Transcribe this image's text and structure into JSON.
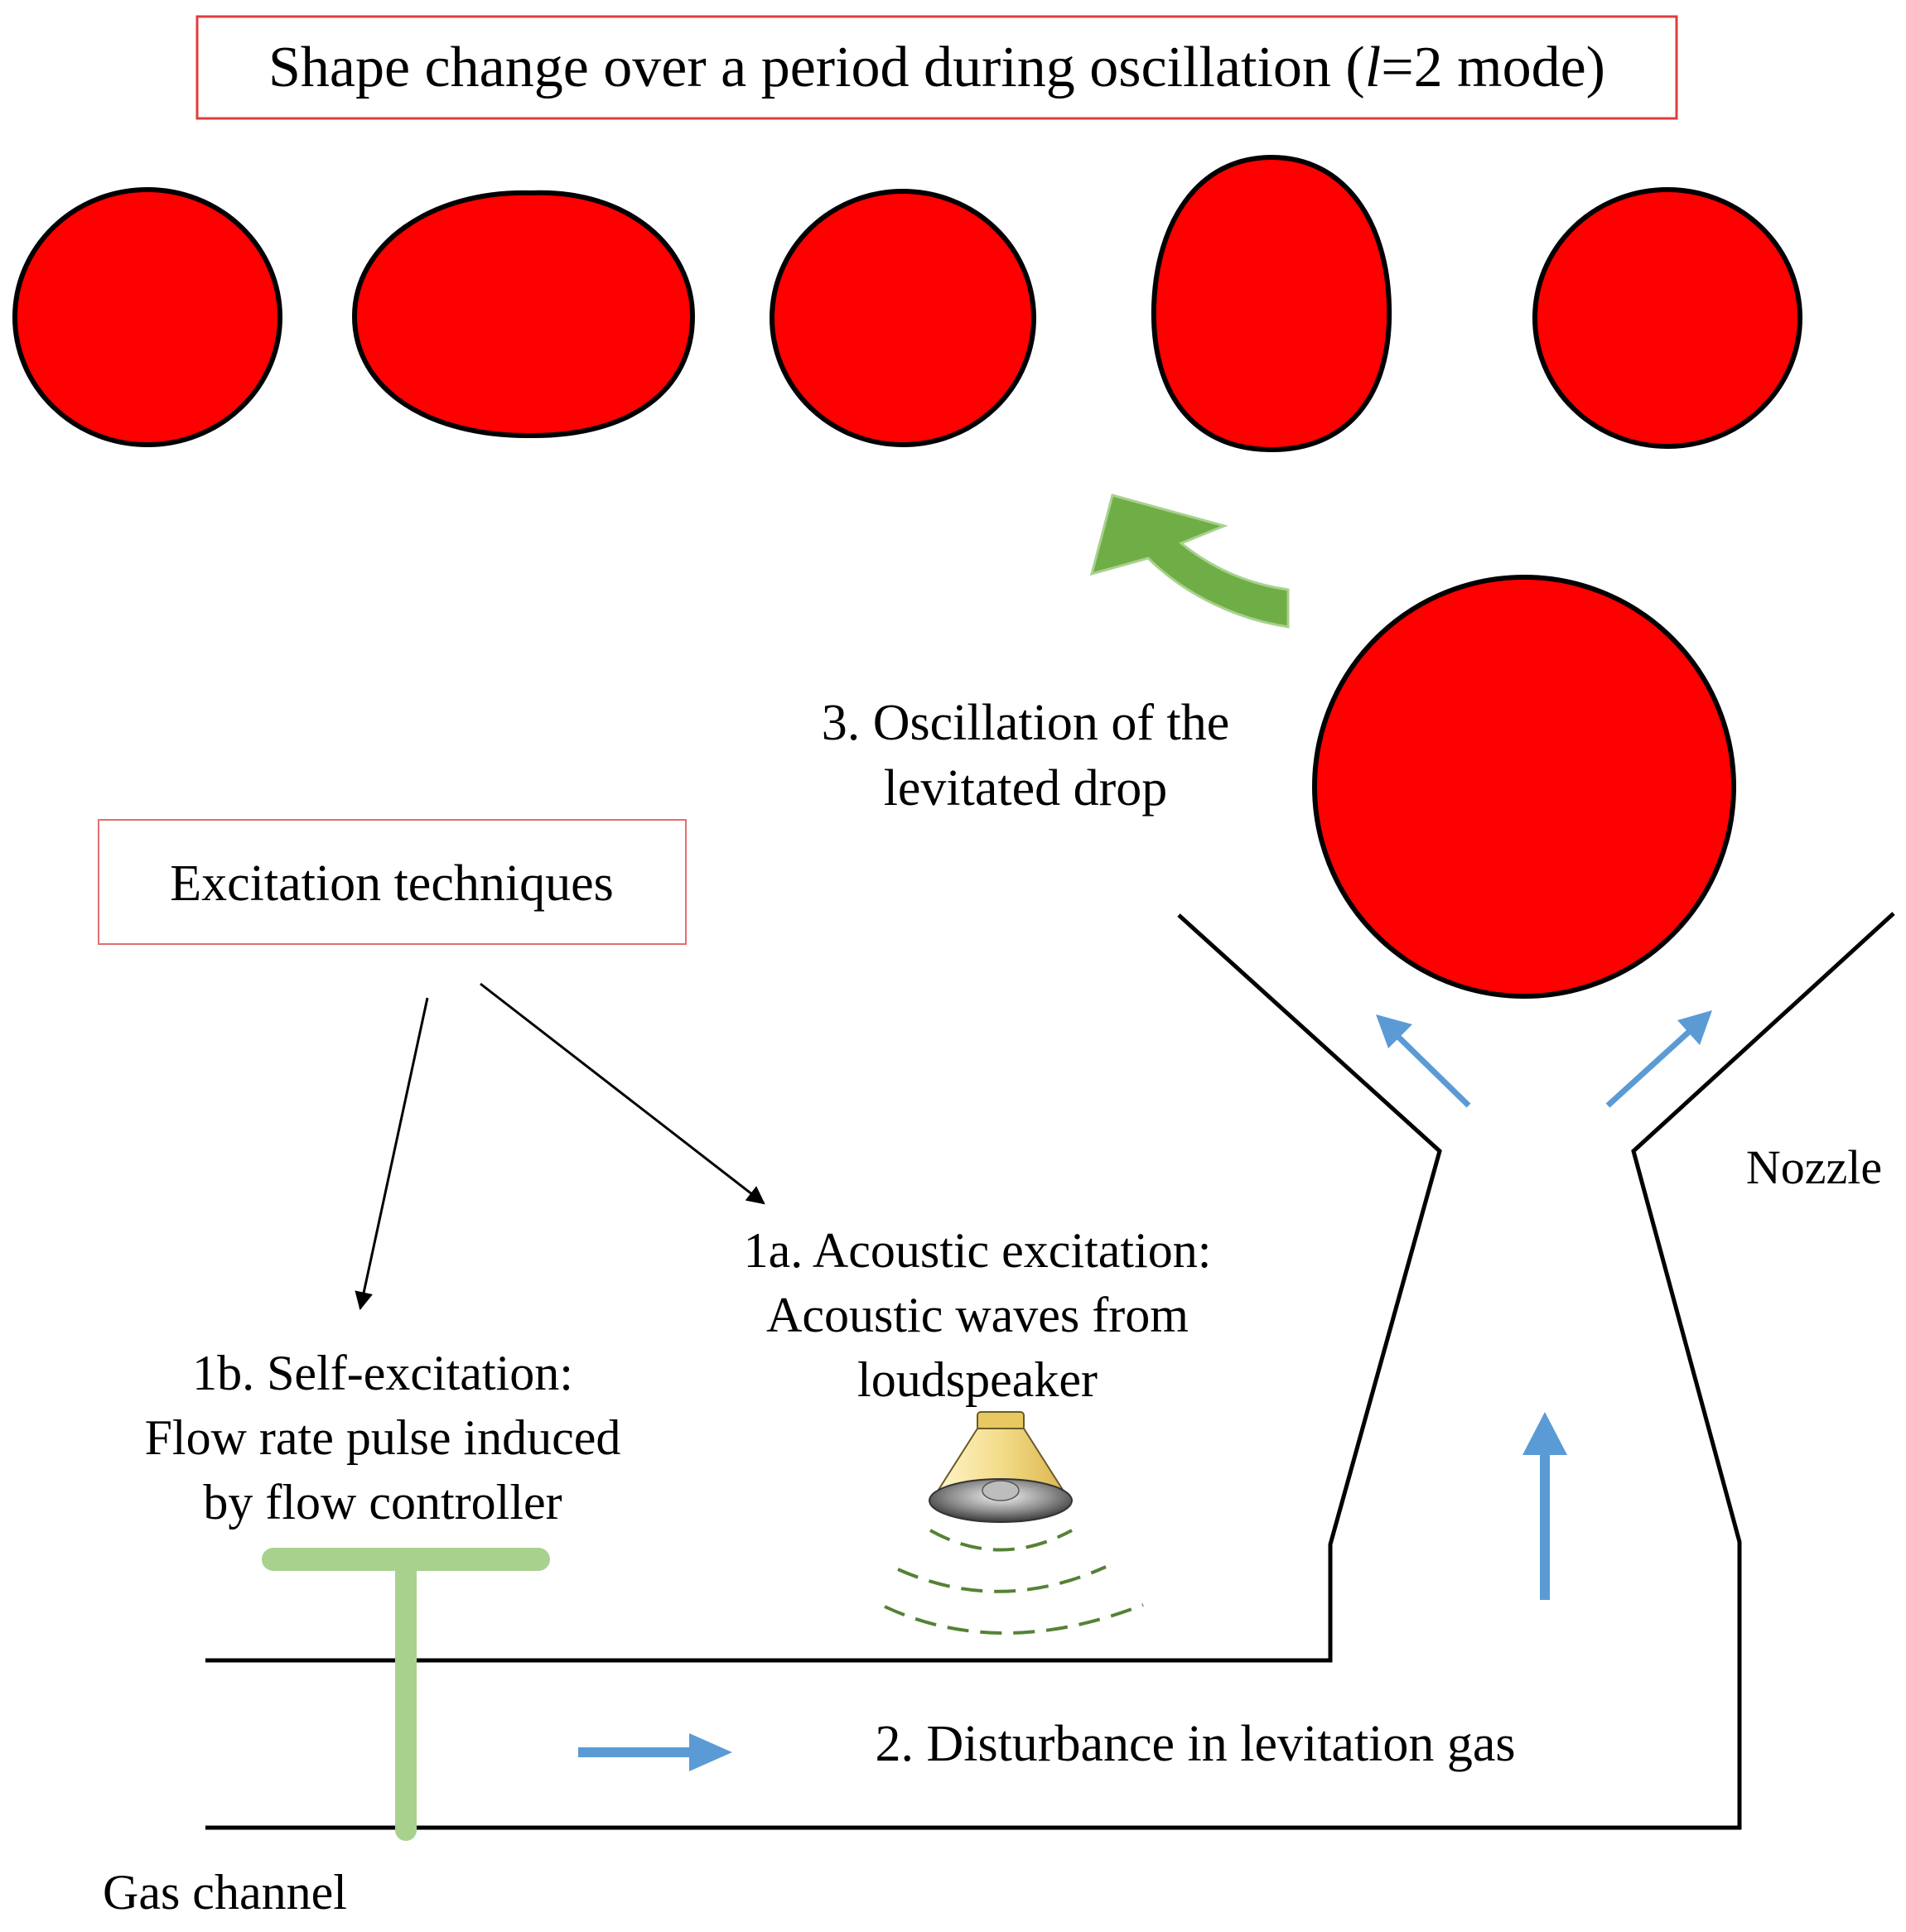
{
  "title": {
    "prefix": "Shape change over a period during oscillation (",
    "italic": "l",
    "suffix": "=2 mode)"
  },
  "labels": {
    "oscillation_line1": "3. Oscillation of the",
    "oscillation_line2": "levitated drop",
    "excitation_techniques": "Excitation techniques",
    "nozzle": "Nozzle",
    "acoustic_line1": "1a. Acoustic excitation:",
    "acoustic_line2": "Acoustic waves from",
    "acoustic_line3": "loudspeaker",
    "self_line1": "1b. Self-excitation:",
    "self_line2": "Flow rate pulse induced",
    "self_line3": "by flow controller",
    "disturbance": "2. Disturbance in levitation gas",
    "gas_channel": "Gas channel"
  },
  "colors": {
    "drop_fill": "#ff0000",
    "box_border": "#e03c3c",
    "green_arrow": "#6fae46",
    "flow_arrow": "#5b9bd5",
    "controller": "#a9d18e",
    "sound_wave": "#548235",
    "outline": "#000000"
  },
  "icons": {
    "loudspeaker": "loudspeaker-icon"
  }
}
